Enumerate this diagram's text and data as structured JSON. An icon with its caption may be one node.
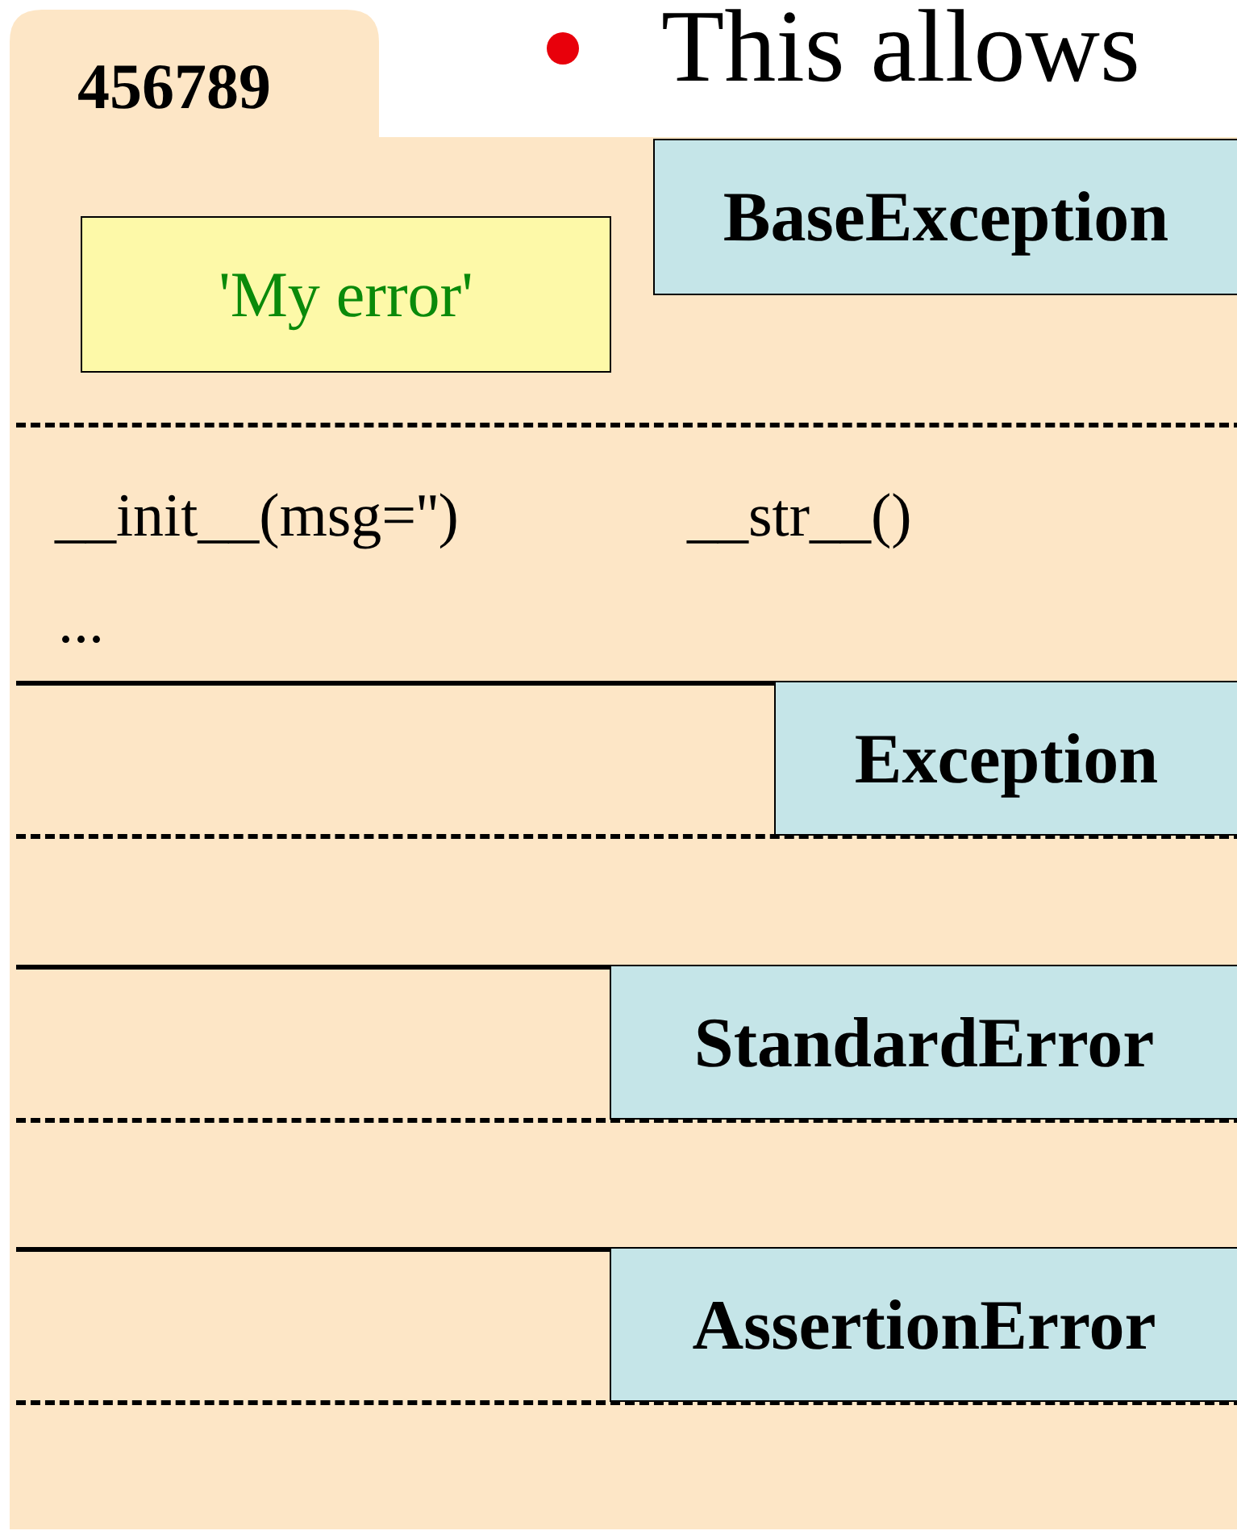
{
  "diagram": {
    "nodes": [
      {
        "text": [
          "456789"
        ]
      },
      {
        "text": [
          "'My error'"
        ],
        "in": 0
      },
      {
        "text": [
          "BaseException"
        ],
        "in": 0
      },
      {
        "text": [
          "Exception"
        ],
        "in": 0
      },
      {
        "text": [
          "StandardError"
        ],
        "in": 0
      },
      {
        "text": [
          "AssertionError"
        ],
        "in": 0
      }
    ],
    "labels": [
      "This allows",
      "__init__(msg='')",
      "__str__()",
      "..."
    ]
  }
}
